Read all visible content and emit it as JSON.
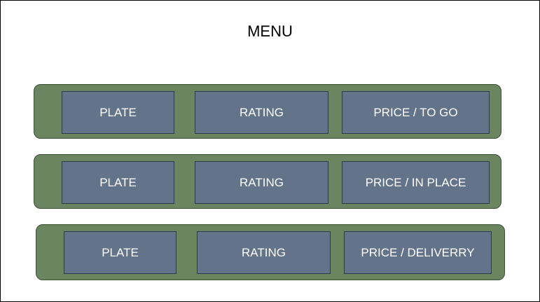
{
  "diagram": {
    "title": "MENU",
    "colors": {
      "row_fill": "#6b8560",
      "cell_fill": "#63738a",
      "cell_text": "#ffffff",
      "title_text": "#000000"
    },
    "rows": [
      {
        "plate": "PLATE",
        "rating": "RATING",
        "price": "PRICE / TO GO"
      },
      {
        "plate": "PLATE",
        "rating": "RATING",
        "price": "PRICE / IN PLACE"
      },
      {
        "plate": "PLATE",
        "rating": "RATING",
        "price": "PRICE / DELIVERRY"
      }
    ]
  }
}
